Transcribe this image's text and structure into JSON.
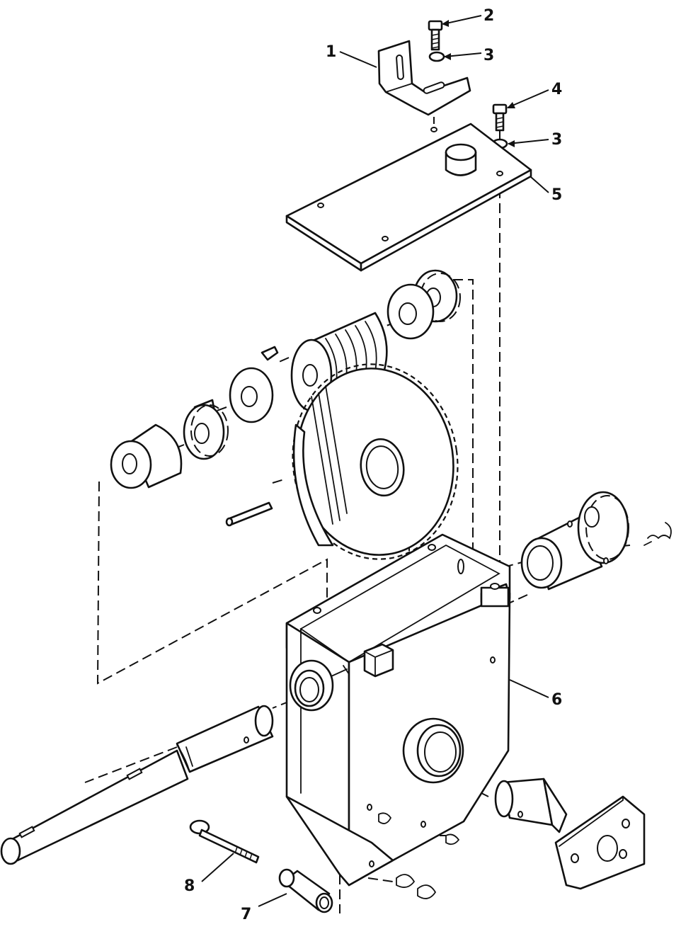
{
  "callouts": [
    {
      "id": "1",
      "label": "1"
    },
    {
      "id": "2",
      "label": "2"
    },
    {
      "id": "3a",
      "label": "3"
    },
    {
      "id": "4",
      "label": "4"
    },
    {
      "id": "3b",
      "label": "3"
    },
    {
      "id": "5",
      "label": "5"
    },
    {
      "id": "6",
      "label": "6"
    },
    {
      "id": "8",
      "label": "8"
    },
    {
      "id": "7",
      "label": "7"
    }
  ]
}
